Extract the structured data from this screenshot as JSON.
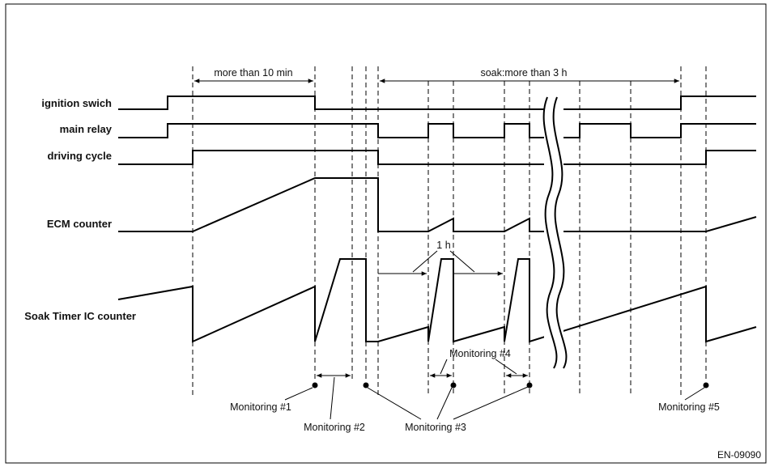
{
  "signals": {
    "ignition": "ignition swich",
    "main_relay": "main relay",
    "driving_cycle": "driving cycle",
    "ecm_counter": "ECM counter",
    "soak_timer": "Soak Timer IC counter"
  },
  "annotations": {
    "more_than_10": "more than 10 min",
    "soak": "soak:more than 3 h",
    "one_hour": "1 h"
  },
  "monitoring": {
    "m1": "Monitoring #1",
    "m2": "Monitoring #2",
    "m3": "Monitoring #3",
    "m4": "Monitoring #4",
    "m5": "Monitoring #5"
  },
  "figure_code": "EN-09090"
}
